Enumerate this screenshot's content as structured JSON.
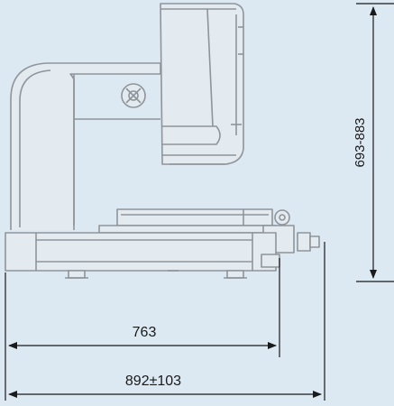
{
  "colors": {
    "background": "#dce9f3",
    "machine_stroke": "#8f9499",
    "machine_fill": "#e3ebf1",
    "dimension": "#1a1a1a"
  },
  "dimensions": {
    "height_label": "693-883",
    "base_width_label": "763",
    "overall_width_label": "892±103"
  },
  "icons": {
    "hub": "knob-icon"
  }
}
